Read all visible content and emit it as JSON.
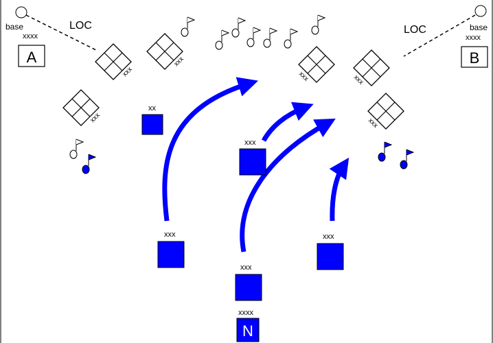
{
  "colors": {
    "friendly": "#0000ff",
    "outline": "#000000",
    "background": "#ffffff"
  },
  "labels": {
    "base": "base",
    "loc": "LOC",
    "army_group": "xxxx",
    "corps": "xxx",
    "division": "xx"
  },
  "units": {
    "A": {
      "letter": "A",
      "echelon": "xxxx"
    },
    "B": {
      "letter": "B",
      "echelon": "xxxx"
    },
    "N": {
      "letter": "N",
      "echelon": "xxxx"
    }
  },
  "icons": {
    "base": "circle-icon",
    "enemy_unit": "crossed-diamond-icon",
    "friendly_unit": "blue-square-icon",
    "objective_flag": "flag-icon",
    "axis_of_advance": "curved-arrow-icon"
  }
}
